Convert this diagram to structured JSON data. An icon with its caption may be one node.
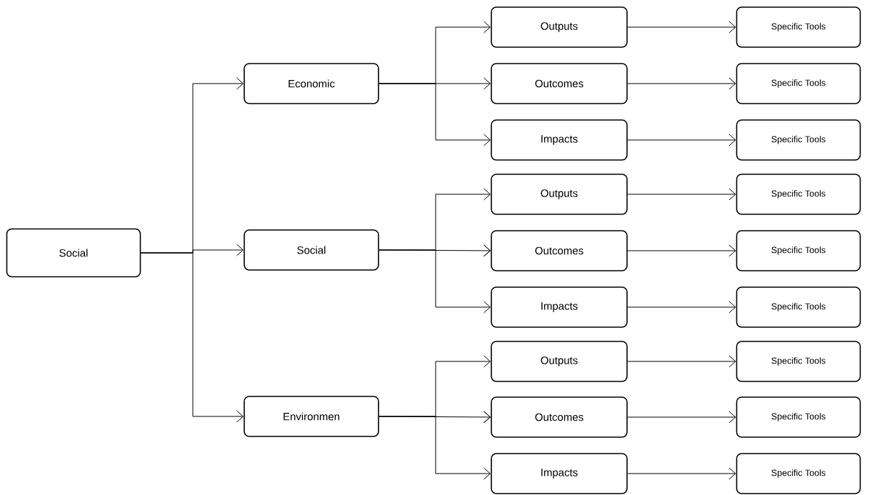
{
  "diagram": {
    "nodes": [
      {
        "text": [
          "Social"
        ]
      },
      {
        "text": [
          "Economic"
        ]
      },
      {
        "text": [
          "Social"
        ]
      },
      {
        "text": [
          "Environmen"
        ]
      },
      {
        "text": [
          "Outputs"
        ]
      },
      {
        "text": [
          "Outcomes"
        ]
      },
      {
        "text": [
          "Impacts"
        ]
      },
      {
        "text": [
          "Outputs"
        ]
      },
      {
        "text": [
          "Outcomes"
        ]
      },
      {
        "text": [
          "Impacts"
        ]
      },
      {
        "text": [
          "Outputs"
        ]
      },
      {
        "text": [
          "Outcomes"
        ]
      },
      {
        "text": [
          "Impacts"
        ]
      },
      {
        "text": [
          "Specific Tools"
        ]
      },
      {
        "text": [
          "Specific Tools"
        ]
      },
      {
        "text": [
          "Specific Tools"
        ]
      },
      {
        "text": [
          "Specific Tools"
        ]
      },
      {
        "text": [
          "Specific Tools"
        ]
      },
      {
        "text": [
          "Specific Tools"
        ]
      },
      {
        "text": [
          "Specific Tools"
        ]
      },
      {
        "text": [
          "Specific Tools"
        ]
      },
      {
        "text": [
          "Specific Tools"
        ]
      }
    ],
    "edges": [
      {
        "from": 0,
        "to": 1,
        "arrow": "to"
      },
      {
        "from": 0,
        "to": 2,
        "arrow": "to"
      },
      {
        "from": 0,
        "to": 3,
        "arrow": "to"
      },
      {
        "from": 1,
        "to": 4,
        "arrow": "to"
      },
      {
        "from": 1,
        "to": 5,
        "arrow": "to"
      },
      {
        "from": 1,
        "to": 6,
        "arrow": "to"
      },
      {
        "from": 2,
        "to": 7,
        "arrow": "to"
      },
      {
        "from": 2,
        "to": 8,
        "arrow": "to"
      },
      {
        "from": 2,
        "to": 9,
        "arrow": "to"
      },
      {
        "from": 3,
        "to": 10,
        "arrow": "to"
      },
      {
        "from": 3,
        "to": 11,
        "arrow": "to"
      },
      {
        "from": 3,
        "to": 12,
        "arrow": "to"
      },
      {
        "from": 4,
        "to": 13,
        "arrow": "to"
      },
      {
        "from": 5,
        "to": 14,
        "arrow": "to"
      },
      {
        "from": 6,
        "to": 15,
        "arrow": "to"
      },
      {
        "from": 7,
        "to": 16,
        "arrow": "to"
      },
      {
        "from": 8,
        "to": 17,
        "arrow": "to"
      },
      {
        "from": 9,
        "to": 18,
        "arrow": "to"
      },
      {
        "from": 10,
        "to": 19,
        "arrow": "to"
      },
      {
        "from": 11,
        "to": 20,
        "arrow": "to"
      },
      {
        "from": 12,
        "to": 21,
        "arrow": "to"
      }
    ]
  }
}
